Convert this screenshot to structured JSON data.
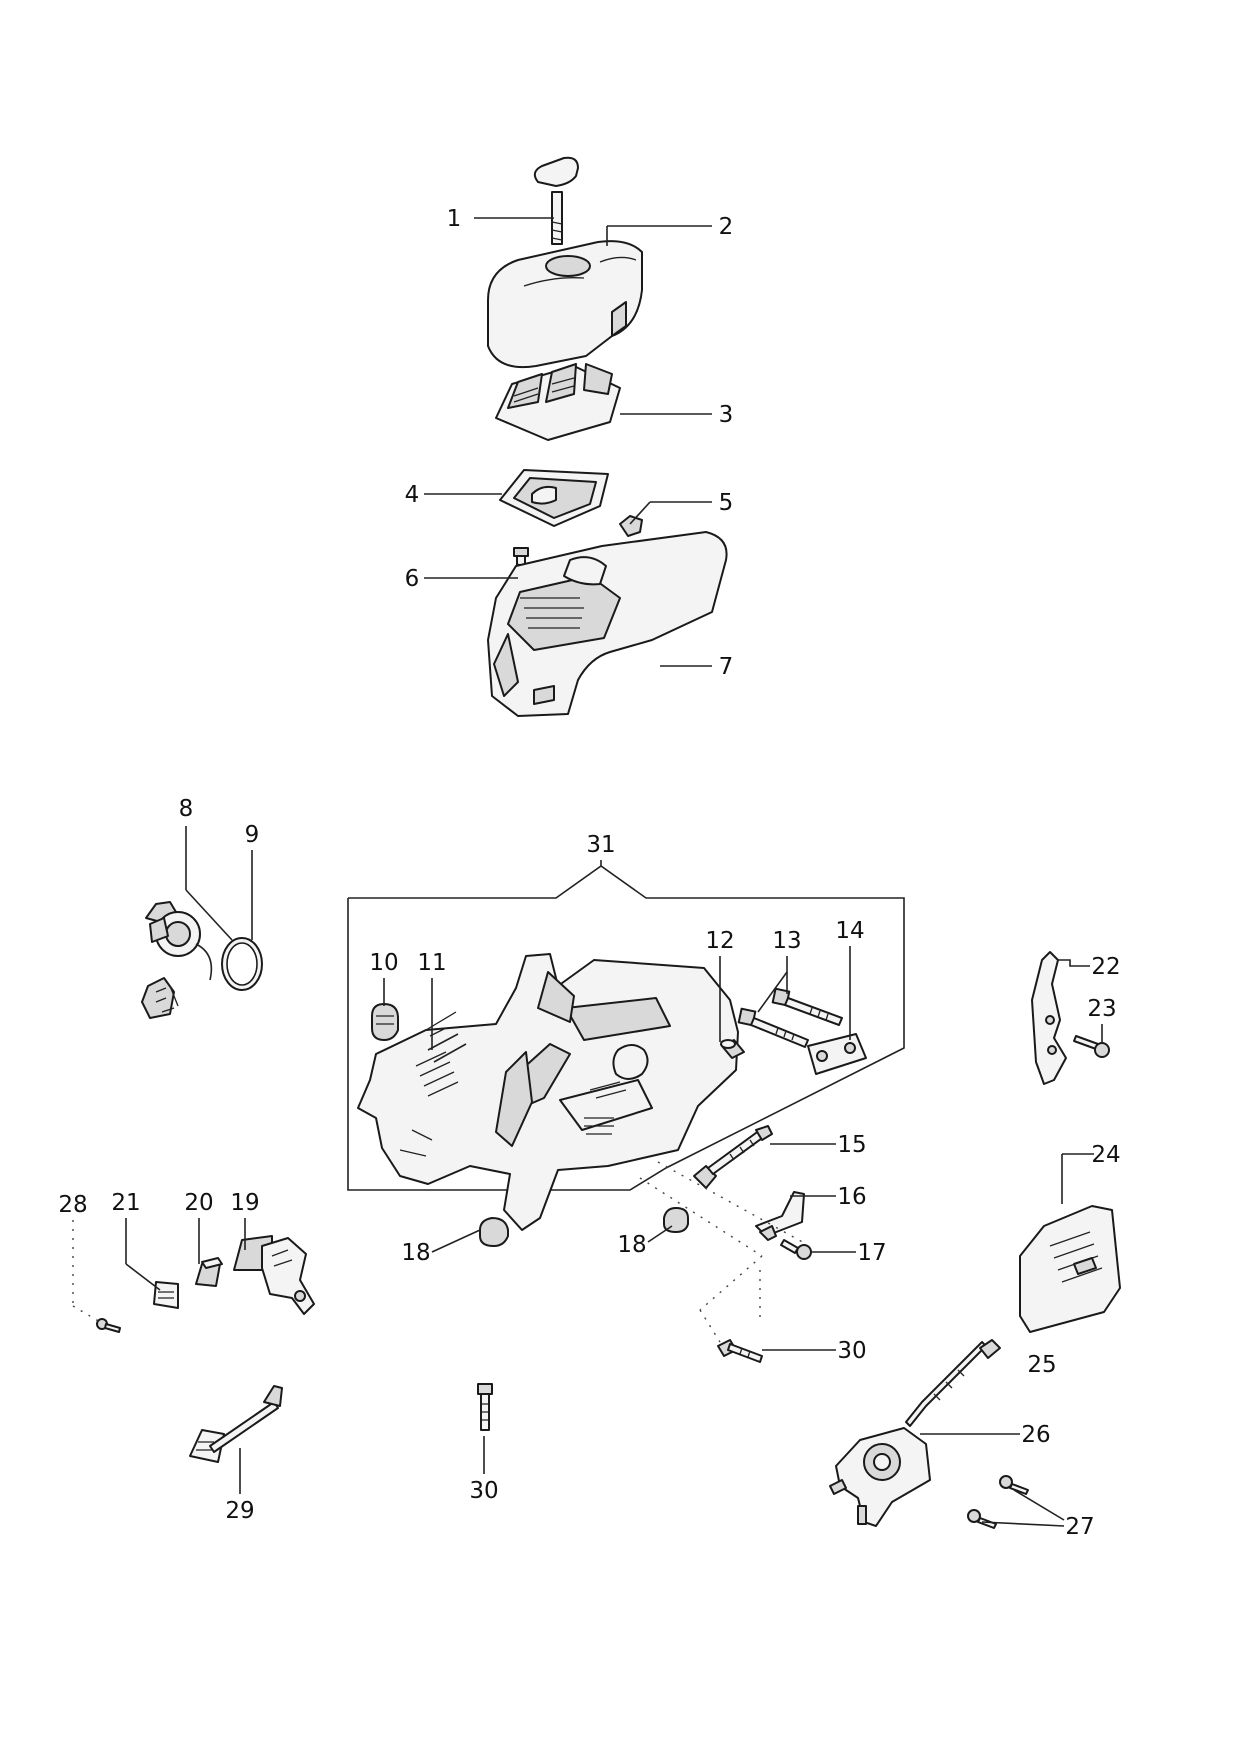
{
  "labels": {
    "p1": "1",
    "p2": "2",
    "p3": "3",
    "p4": "4",
    "p5": "5",
    "p6": "6",
    "p7": "7",
    "p8": "8",
    "p9": "9",
    "p10": "10",
    "p11": "11",
    "p12": "12",
    "p13": "13",
    "p14": "14",
    "p15": "15",
    "p16": "16",
    "p17": "17",
    "p18a": "18",
    "p18b": "18",
    "p19": "19",
    "p20": "20",
    "p21": "21",
    "p22": "22",
    "p23": "23",
    "p24": "24",
    "p25": "25",
    "p26": "26",
    "p27": "27",
    "p28": "28",
    "p29": "29",
    "p30a": "30",
    "p30b": "30",
    "p31": "31"
  }
}
